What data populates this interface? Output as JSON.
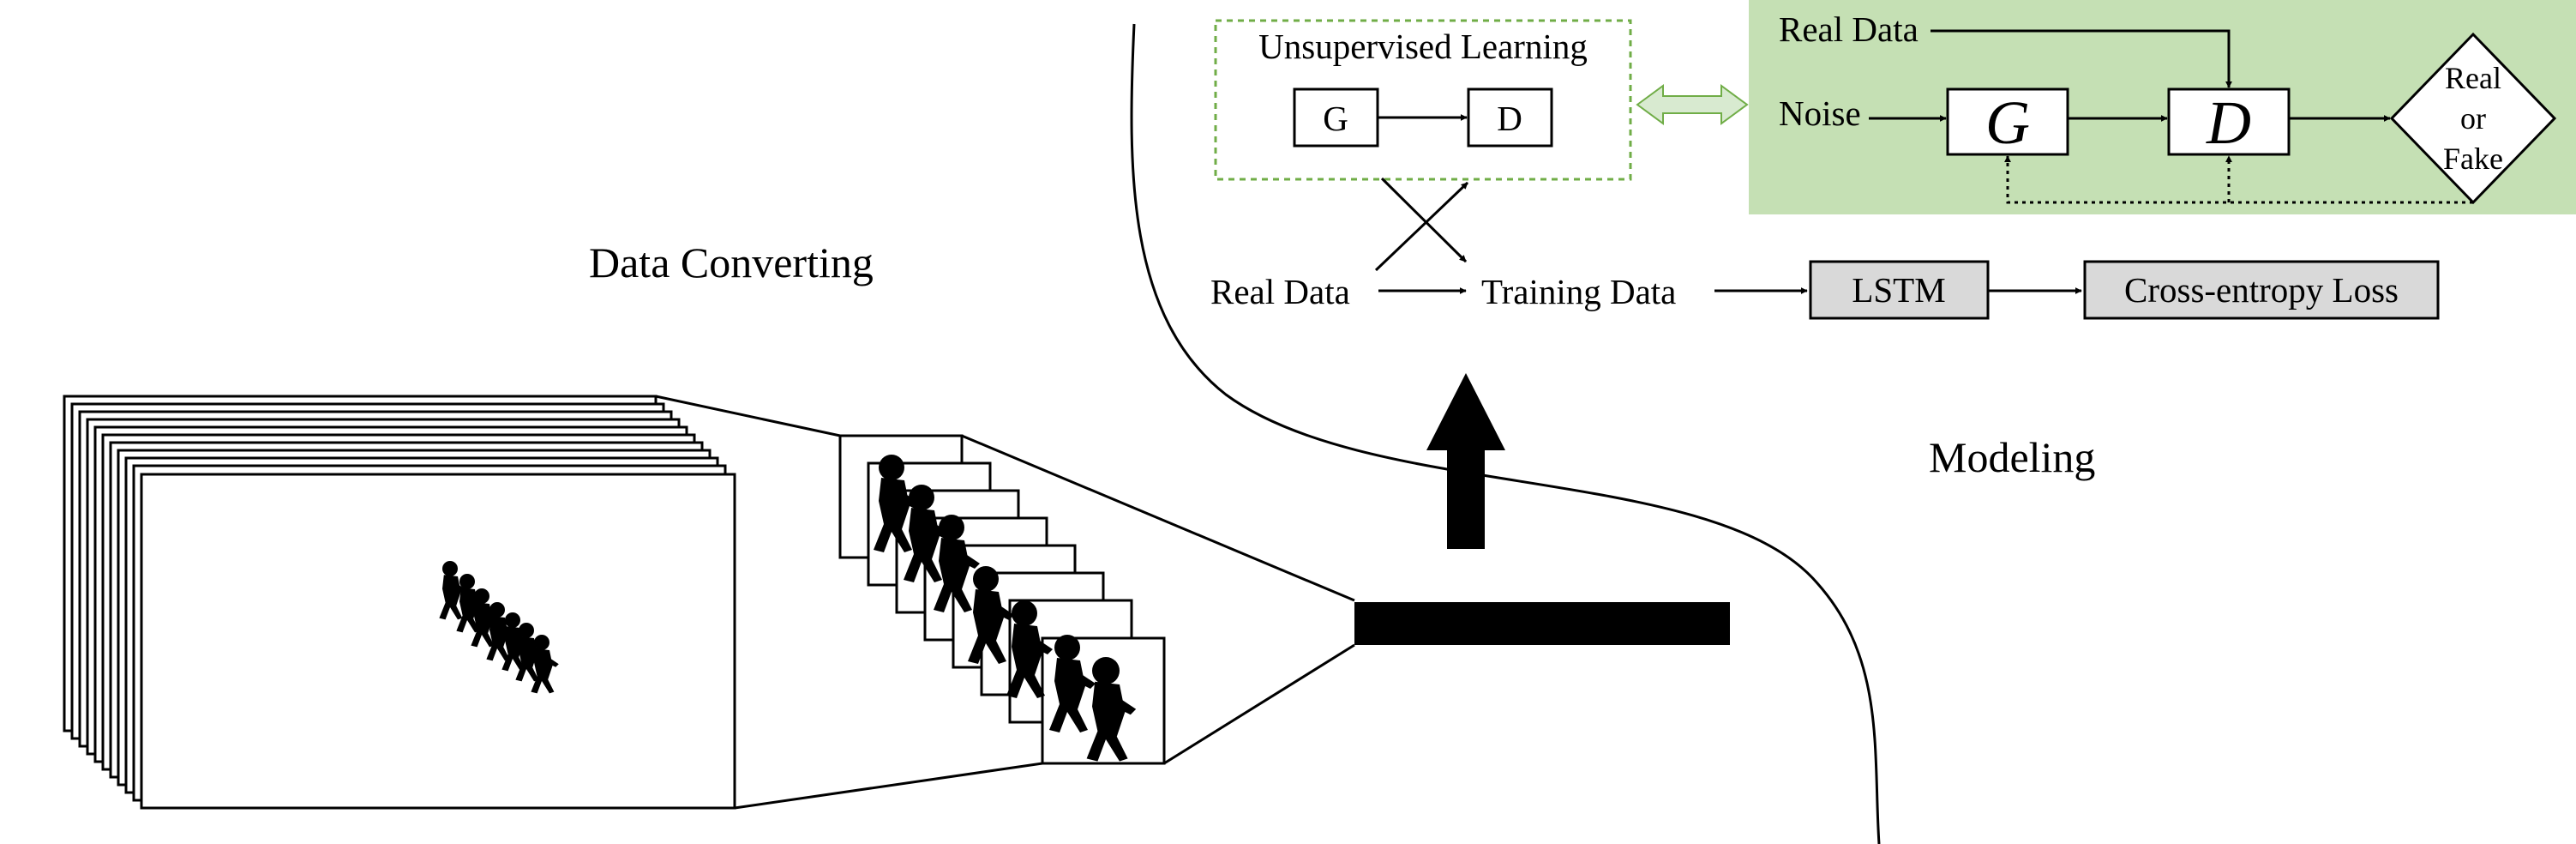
{
  "labels": {
    "data_converting": "Data  Converting",
    "modeling": "Modeling",
    "unsupervised_learning": "Unsupervised Learning",
    "g_small": "G",
    "d_small": "D",
    "real_data_left": "Real Data",
    "training_data": "Training Data",
    "lstm": "LSTM",
    "cross_entropy_loss": "Cross-entropy Loss",
    "real_data_top": "Real Data",
    "noise": "Noise",
    "g_big": "G",
    "d_big": "D",
    "real_or_fake_1": "Real",
    "real_or_fake_2": "or",
    "real_or_fake_3": "Fake"
  },
  "colors": {
    "gan_panel_fill": "#c5e0b4",
    "unsupervised_border": "#70ad47",
    "double_arrow_fill": "#d8ead0",
    "double_arrow_stroke": "#70ad47",
    "process_box_fill": "#d9d9d9",
    "frame_strip": "#000000"
  },
  "icons": {
    "silhouette": "walking-person-silhouette-icon",
    "up_arrow": "thick-up-arrow-icon"
  }
}
